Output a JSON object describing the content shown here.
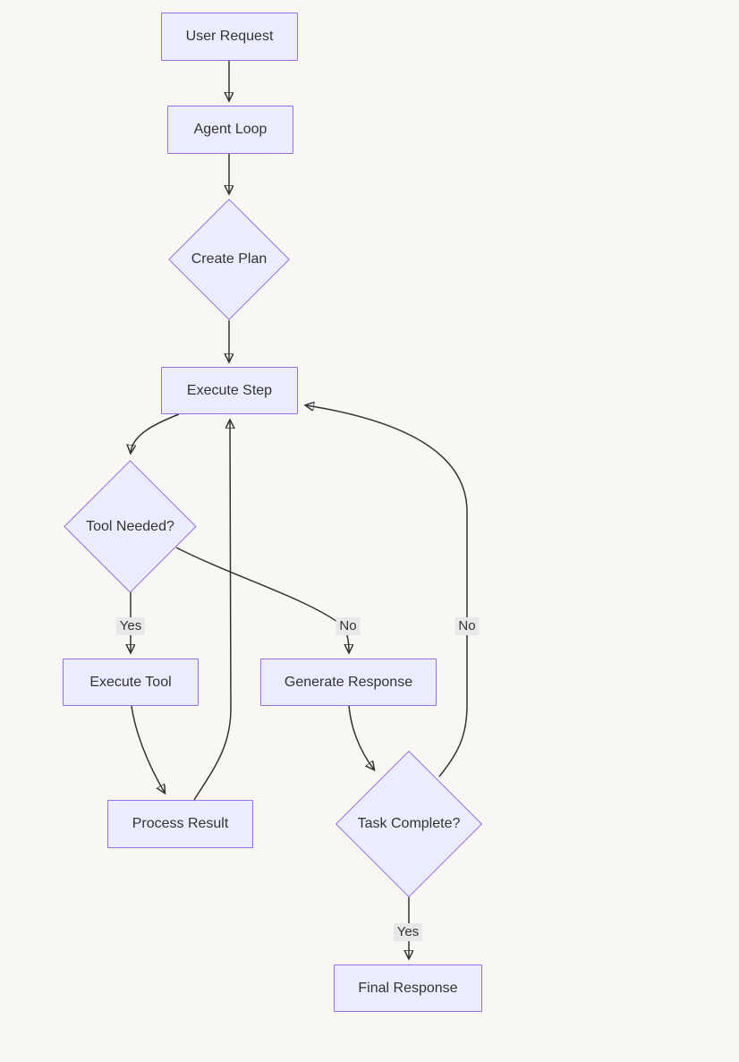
{
  "diagram": {
    "type": "flowchart",
    "direction": "top-down",
    "colors": {
      "background": "#f9f7f4",
      "node_fill": "#ECECFF",
      "node_border": "#9370DB",
      "edge_stroke": "#333333",
      "edge_label_background": "#e8e8e8",
      "text": "#333333"
    },
    "nodes": [
      {
        "id": "user-request",
        "label": "User Request",
        "shape": "rect"
      },
      {
        "id": "agent-loop",
        "label": "Agent Loop",
        "shape": "rect"
      },
      {
        "id": "create-plan",
        "label": "Create Plan",
        "shape": "diamond"
      },
      {
        "id": "execute-step",
        "label": "Execute Step",
        "shape": "rect"
      },
      {
        "id": "tool-needed",
        "label": "Tool Needed?",
        "shape": "diamond"
      },
      {
        "id": "execute-tool",
        "label": "Execute Tool",
        "shape": "rect"
      },
      {
        "id": "generate-response",
        "label": "Generate Response",
        "shape": "rect"
      },
      {
        "id": "process-result",
        "label": "Process Result",
        "shape": "rect"
      },
      {
        "id": "task-complete",
        "label": "Task Complete?",
        "shape": "diamond"
      },
      {
        "id": "final-response",
        "label": "Final Response",
        "shape": "rect"
      }
    ],
    "edges": [
      {
        "from": "User Request",
        "to": "Agent Loop",
        "label": ""
      },
      {
        "from": "Agent Loop",
        "to": "Create Plan",
        "label": ""
      },
      {
        "from": "Create Plan",
        "to": "Execute Step",
        "label": ""
      },
      {
        "from": "Execute Step",
        "to": "Tool Needed?",
        "label": ""
      },
      {
        "from": "Tool Needed?",
        "to": "Execute Tool",
        "label": "Yes"
      },
      {
        "from": "Tool Needed?",
        "to": "Generate Response",
        "label": "No"
      },
      {
        "from": "Execute Tool",
        "to": "Process Result",
        "label": ""
      },
      {
        "from": "Process Result",
        "to": "Execute Step",
        "label": ""
      },
      {
        "from": "Generate Response",
        "to": "Task Complete?",
        "label": ""
      },
      {
        "from": "Task Complete?",
        "to": "Execute Step",
        "label": "No"
      },
      {
        "from": "Task Complete?",
        "to": "Final Response",
        "label": "Yes"
      }
    ]
  }
}
